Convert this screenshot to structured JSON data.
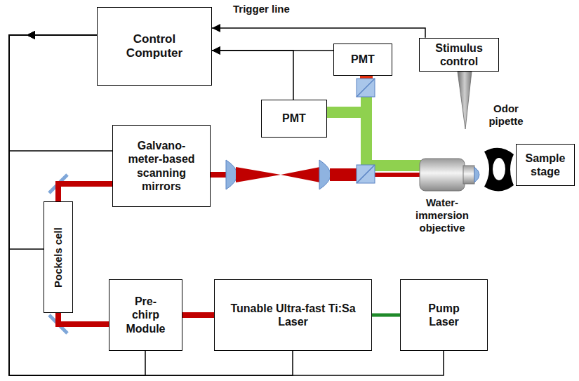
{
  "diagram": {
    "nodes": [
      {
        "text": [
          "Control Computer"
        ]
      },
      {
        "text": [
          "PMT"
        ]
      },
      {
        "text": [
          "Stimulus control"
        ]
      },
      {
        "text": [
          "PMT"
        ]
      },
      {
        "text": [
          "Galvano-meter-based scanning mirrors"
        ]
      },
      {
        "text": [
          "Sample stage"
        ]
      },
      {
        "text": [
          "Pockels cell"
        ]
      },
      {
        "text": [
          "Pre-chirp Module"
        ]
      },
      {
        "text": [
          "Tunable Ultra-fast Ti:Sa Laser"
        ]
      },
      {
        "text": [
          "Pump Laser"
        ]
      }
    ],
    "edges": [
      {
        "from": 2,
        "to": 0,
        "label": "Trigger line",
        "arrow": "to"
      },
      {
        "from": 1,
        "to": 0,
        "arrow": "to"
      },
      {
        "from": 3,
        "to": 0,
        "arrow": "to"
      },
      {
        "from": 0,
        "to": 4,
        "arrow": "to"
      },
      {
        "from": 0,
        "to": 6,
        "arrow": "to"
      },
      {
        "from": 0,
        "to": 7,
        "arrow": "to"
      },
      {
        "from": 0,
        "to": 8,
        "arrow": "to"
      },
      {
        "from": 0,
        "to": 9,
        "arrow": "to"
      },
      {
        "from": 9,
        "to": 8,
        "arrow": "none"
      },
      {
        "from": 8,
        "to": 7,
        "arrow": "none"
      },
      {
        "from": 7,
        "to": 6,
        "arrow": "none"
      },
      {
        "from": 6,
        "to": 4,
        "arrow": "none"
      }
    ],
    "labels": [
      "Odor pipette",
      "Water-immersion objective"
    ]
  }
}
